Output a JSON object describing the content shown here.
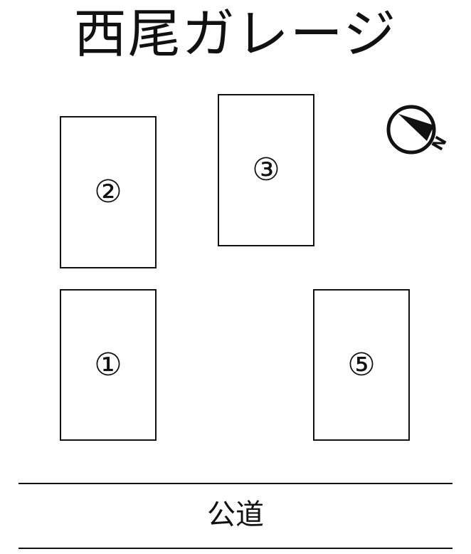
{
  "title": "西尾ガレージ",
  "slots": [
    {
      "id": "1",
      "label": "①"
    },
    {
      "id": "2",
      "label": "②"
    },
    {
      "id": "3",
      "label": "③"
    },
    {
      "id": "5",
      "label": "⑤"
    }
  ],
  "road": {
    "label": "公道"
  },
  "compass": {
    "icon": "north-arrow-icon",
    "letter": "N"
  }
}
